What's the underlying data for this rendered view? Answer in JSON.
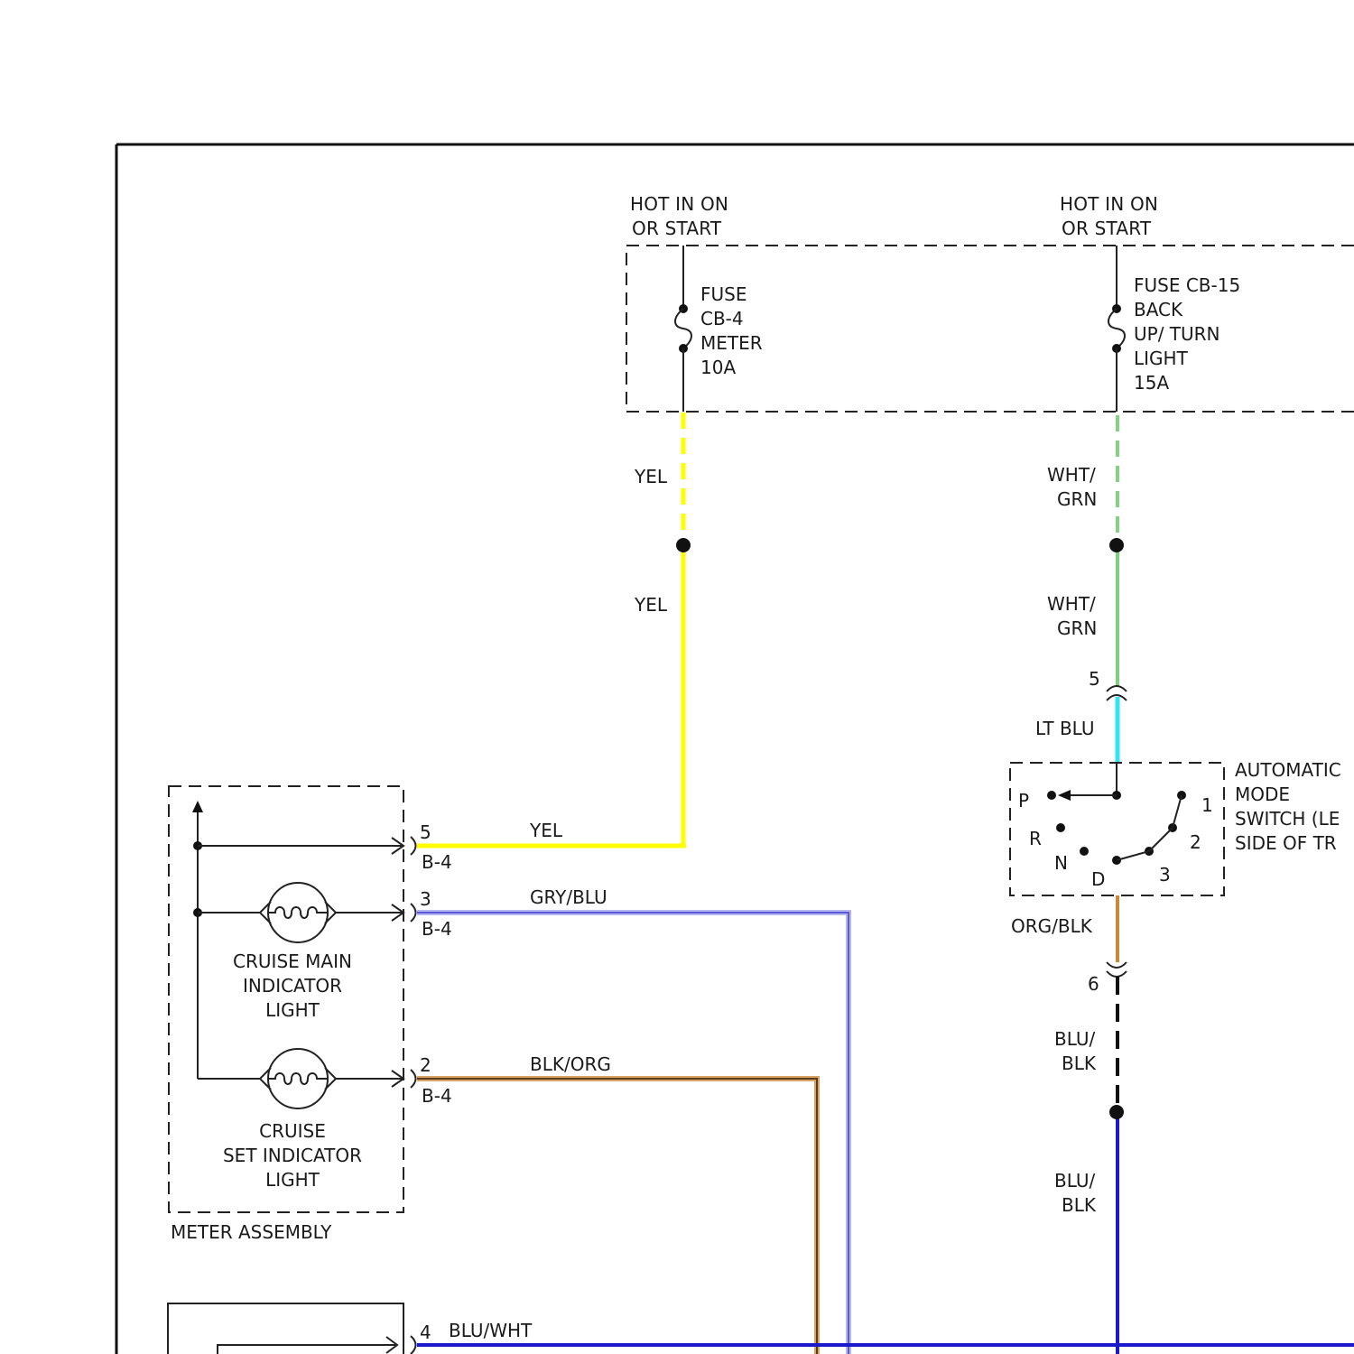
{
  "colors": {
    "border": "#111111",
    "yellow": "#ffff00",
    "green": "#7ccf7c",
    "cyan": "#33e5f2",
    "gray_blue": "#7070e0",
    "black_orange": "#8a5a2a",
    "orange_black": "#c88a3a",
    "blue": "#1a1acc",
    "black": "#111111"
  },
  "power": {
    "left_source": [
      "HOT IN ON",
      "OR START"
    ],
    "right_source": [
      "HOT IN ON",
      "OR START"
    ],
    "fuse_cb4": [
      "FUSE",
      "CB-4",
      "METER",
      "10A"
    ],
    "fuse_cb15": [
      "FUSE CB-15",
      "BACK",
      "UP/ TURN",
      "LIGHT",
      "15A"
    ]
  },
  "wires": {
    "yel_upper": "YEL",
    "yel_lower": "YEL",
    "yel_horizontal": "YEL",
    "whtgrn_upper": [
      "WHT/",
      "GRN"
    ],
    "whtgrn_lower": [
      "WHT/",
      "GRN"
    ],
    "lt_blu": "LT BLU",
    "gry_blu": "GRY/BLU",
    "blk_org": "BLK/ORG",
    "org_blk": "ORG/BLK",
    "blublk_upper": [
      "BLU/",
      "BLK"
    ],
    "blublk_lower": [
      "BLU/",
      "BLK"
    ],
    "blu_wht": "BLU/WHT"
  },
  "connectors": {
    "c5_top": "5",
    "c6": "6",
    "pin5": "5",
    "pin3": "3",
    "pin2": "2",
    "pin4": "4",
    "b4_a": "B-4",
    "b4_b": "B-4",
    "b4_c": "B-4"
  },
  "meter_assembly": {
    "title": "METER ASSEMBLY",
    "cruise_main": [
      "CRUISE MAIN",
      "INDICATOR",
      "LIGHT"
    ],
    "cruise_set": [
      "CRUISE",
      "SET INDICATOR",
      "LIGHT"
    ]
  },
  "mode_switch": {
    "title": [
      "AUTOMATIC",
      "MODE",
      "SWITCH (LE",
      "SIDE OF TR"
    ],
    "positions": {
      "p": "P",
      "r": "R",
      "n": "N",
      "d": "D"
    },
    "contacts": {
      "one": "1",
      "two": "2",
      "three": "3"
    }
  }
}
